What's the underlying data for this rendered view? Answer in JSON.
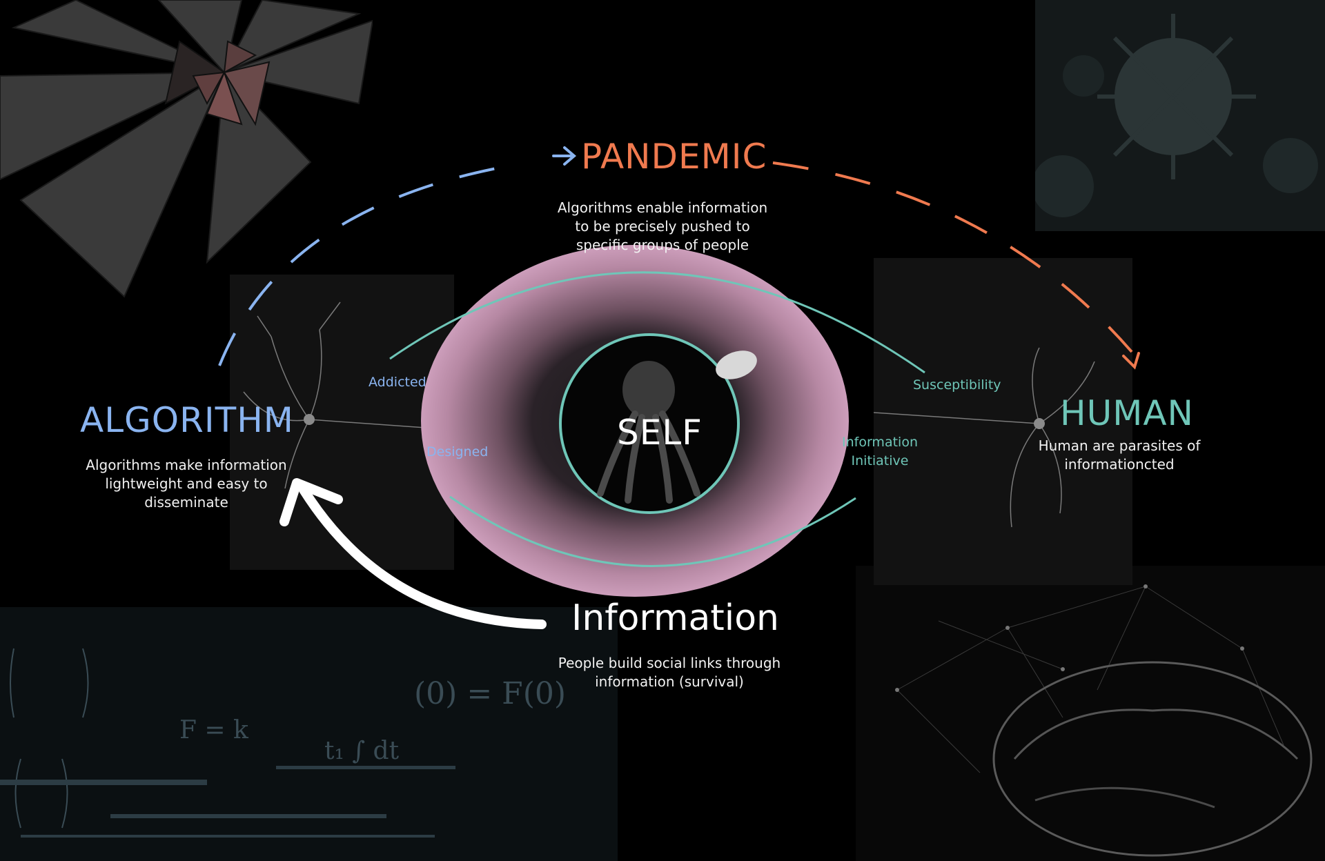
{
  "colors": {
    "algorithm": "#8ab4f0",
    "pandemic": "#f07a4f",
    "human": "#6fc6b8",
    "iris": "#c08aaa",
    "ring": "#6fc6b8",
    "background": "#000000"
  },
  "pandemic": {
    "title": "PANDEMIC",
    "desc": [
      "Algorithms enable information",
      "to be precisely pushed to",
      "specific groups of people"
    ]
  },
  "algorithm": {
    "title": "ALGORITHM",
    "desc": [
      "Algorithms make information",
      "lightweight and easy to",
      "disseminate"
    ]
  },
  "human": {
    "title": "HUMAN",
    "desc": [
      "Human are parasites of",
      "informationcted"
    ]
  },
  "information": {
    "title": "Information",
    "desc": [
      "People build social links through",
      "information (survival)"
    ]
  },
  "self": {
    "title": "SELF"
  },
  "eye_labels": {
    "addicted": "Addicted",
    "designed": "Designed",
    "susceptibility": "Susceptibility",
    "initiative": [
      "Information",
      "Initiative"
    ]
  },
  "icons": [
    "rose-chart-image",
    "virus-image",
    "neuron-image",
    "math-formula-image",
    "brain-network-image",
    "octopus-image",
    "eye-iris"
  ]
}
